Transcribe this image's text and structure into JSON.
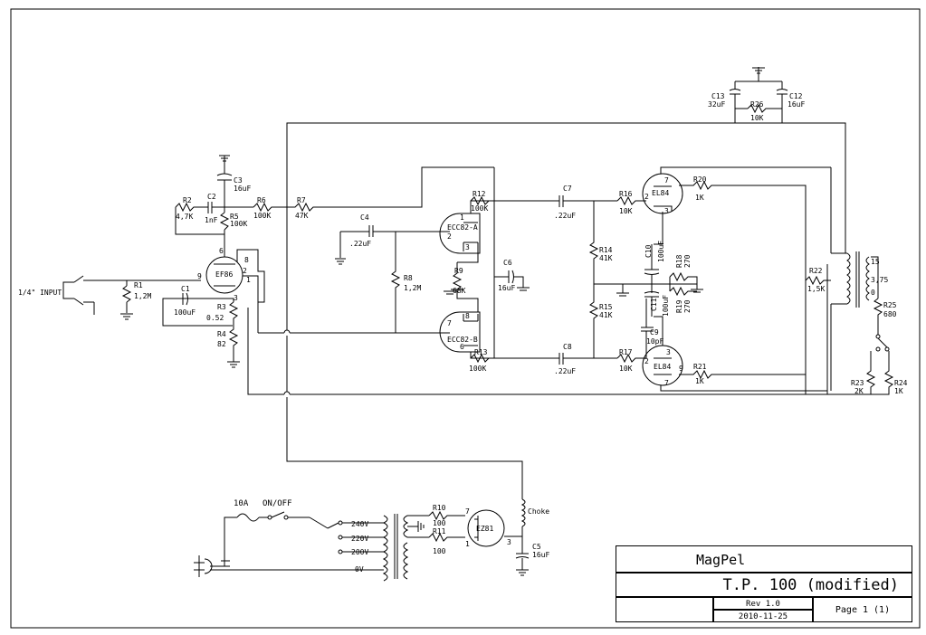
{
  "title_block": {
    "company": "MagPel",
    "title": "T.P. 100 (modified)",
    "revision": "Rev 1.0",
    "date": "2010-11-25",
    "page": "Page 1 (1)"
  },
  "input": {
    "label": "1/4\" INPUT"
  },
  "components": {
    "R1": {
      "ref": "R1",
      "value": "1,2M"
    },
    "R2": {
      "ref": "R2",
      "value": "4,7K"
    },
    "R3": {
      "ref": "R3",
      "value": "0.52"
    },
    "R4": {
      "ref": "R4",
      "value": "82"
    },
    "R5": {
      "ref": "R5",
      "value": "100K"
    },
    "R6": {
      "ref": "R6",
      "value": "100K"
    },
    "R7": {
      "ref": "R7",
      "value": "47K"
    },
    "R8": {
      "ref": "R8",
      "value": "1,2M"
    },
    "R9": {
      "ref": "R9",
      "value": "68K"
    },
    "R10": {
      "ref": "R10",
      "value": "100"
    },
    "R11": {
      "ref": "R11",
      "value": "100"
    },
    "R12": {
      "ref": "R12",
      "value": "100K"
    },
    "R13": {
      "ref": "R13",
      "value": "100K"
    },
    "R14": {
      "ref": "R14",
      "value": "41K"
    },
    "R15": {
      "ref": "R15",
      "value": "41K"
    },
    "R16": {
      "ref": "R16",
      "value": "10K"
    },
    "R17": {
      "ref": "R17",
      "value": "10K"
    },
    "R18": {
      "ref": "R18",
      "value": "270"
    },
    "R19": {
      "ref": "R19",
      "value": "270"
    },
    "R20": {
      "ref": "R20",
      "value": "1K"
    },
    "R21": {
      "ref": "R21",
      "value": "1K"
    },
    "R22": {
      "ref": "R22",
      "value": "1,5K"
    },
    "R23": {
      "ref": "R23",
      "value": "2K"
    },
    "R24": {
      "ref": "R24",
      "value": "1K"
    },
    "R25": {
      "ref": "R25",
      "value": "680"
    },
    "R26": {
      "ref": "R26",
      "value": "10K"
    },
    "C1": {
      "ref": "C1",
      "value": "100uF"
    },
    "C2": {
      "ref": "C2",
      "value": "1nF"
    },
    "C3": {
      "ref": "C3",
      "value": "16uF"
    },
    "C4": {
      "ref": "C4",
      "value": ".22uF"
    },
    "C5": {
      "ref": "C5",
      "value": "16uF"
    },
    "C6": {
      "ref": "C6",
      "value": "16uF"
    },
    "C7": {
      "ref": "C7",
      "value": ".22uF"
    },
    "C8": {
      "ref": "C8",
      "value": ".22uF"
    },
    "C9": {
      "ref": "C9",
      "value": "10pF"
    },
    "C10": {
      "ref": "C10",
      "value": "100uF"
    },
    "C11": {
      "ref": "C11",
      "value": "100uF"
    },
    "C12": {
      "ref": "C12",
      "value": "16uF"
    },
    "C13": {
      "ref": "C13",
      "value": "32uF"
    }
  },
  "tubes": {
    "V1": "EF86",
    "V2A": "ECC82-A",
    "V2B": "ECC82-B",
    "V3": "EL84",
    "V4": "EL84",
    "V5": "EZ81"
  },
  "power": {
    "fuse": "10A",
    "switch": "ON/OFF",
    "taps": [
      "240V",
      "220V",
      "200V",
      "0V"
    ],
    "choke": "Choke"
  },
  "output": {
    "taps": [
      "15",
      "3,75",
      "0"
    ]
  },
  "pins": {
    "ef86": [
      "6",
      "8",
      "9",
      "2",
      "3",
      "1"
    ],
    "ecc_a": [
      "1",
      "2",
      "3"
    ],
    "ecc_b": [
      "8",
      "7",
      "6"
    ],
    "el84_top": [
      "7",
      "2",
      "3"
    ],
    "el84_bot": [
      "7",
      "2",
      "9",
      "3"
    ],
    "ez81": [
      "7",
      "1",
      "3"
    ]
  }
}
